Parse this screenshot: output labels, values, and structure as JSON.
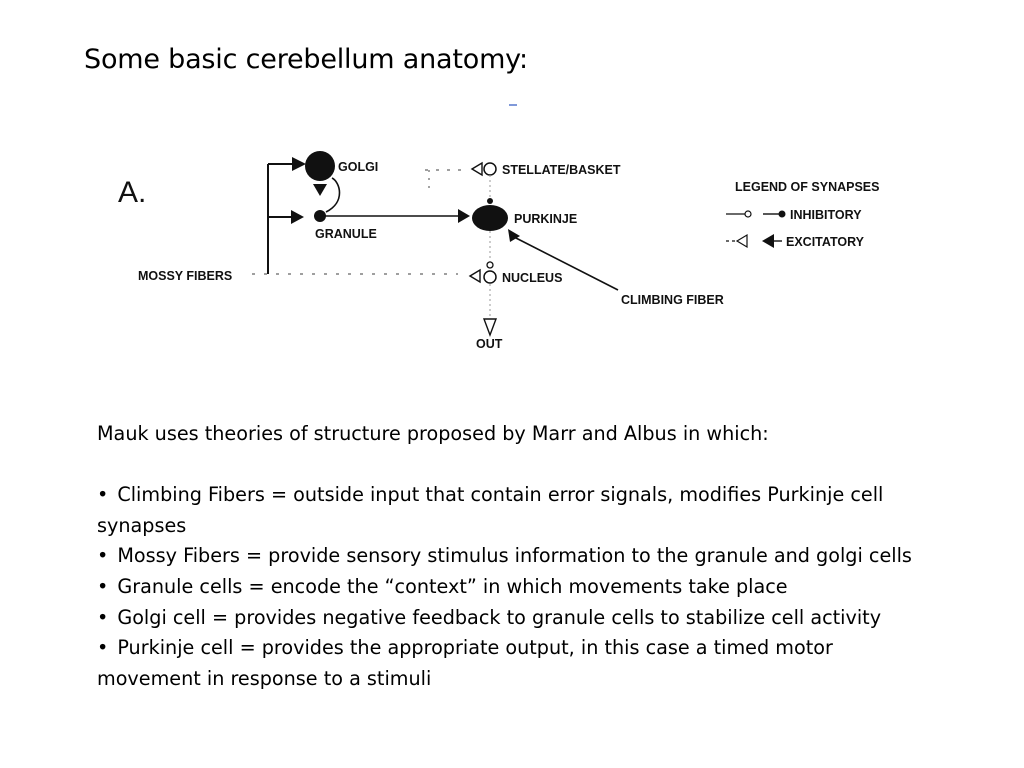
{
  "slide": {
    "title": "Some basic cerebellum anatomy:"
  },
  "diagram": {
    "panel_label": "A.",
    "golgi": "GOLGI",
    "stellate_basket": "STELLATE/BASKET",
    "purkinje": "PURKINJE",
    "granule": "GRANULE",
    "mossy_fibers": "MOSSY FIBERS",
    "nucleus": "NUCLEUS",
    "climbing_fiber": "CLIMBING FIBER",
    "out": "OUT",
    "legend": {
      "title": "LEGEND OF SYNAPSES",
      "inhibitory": "INHIBITORY",
      "excitatory": "EXCITATORY"
    }
  },
  "body": {
    "intro": "Mauk uses theories of structure proposed by Marr and Albus in which:",
    "bullet_char": "•",
    "bullets": [
      "Climbing Fibers = outside input that contain error signals, modifies Purkinje cell synapses",
      "Mossy Fibers =  provide sensory stimulus information to the granule and golgi cells",
      "Granule cells = encode the “context” in which movements take place",
      "Golgi cell = provides negative feedback to granule cells to stabilize cell activity",
      "Purkinje cell = provides the appropriate output, in this case a timed motor movement in response to a stimuli"
    ]
  }
}
